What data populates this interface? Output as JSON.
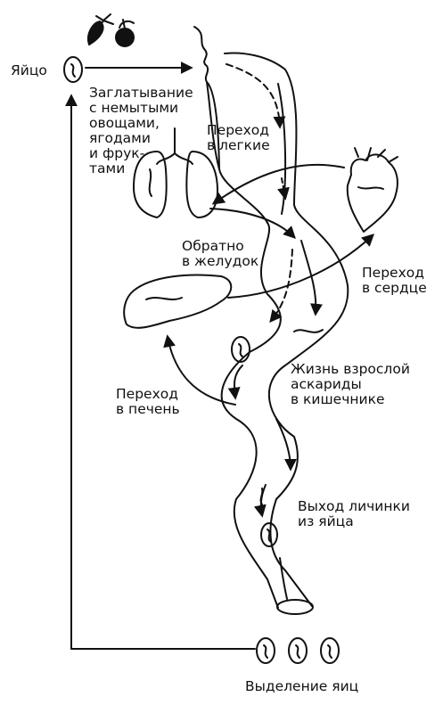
{
  "labels": {
    "egg": "Яйцо",
    "swallow": [
      "Заглатывание",
      "с немытыми",
      "овощами,",
      "ягодами",
      "и фрук-",
      "тами"
    ],
    "to_lungs": [
      "Переход",
      "в легкие"
    ],
    "back_stomach": [
      "Обратно",
      "в желудок"
    ],
    "to_heart": [
      "Переход",
      "в сердце"
    ],
    "adult_life": [
      "Жизнь взрослой",
      "аскариды",
      "в кишечнике"
    ],
    "to_liver": [
      "Переход",
      "в печень"
    ],
    "larva_exit": [
      "Выход личинки",
      "из яйца"
    ],
    "egg_excretion": "Выделение яиц"
  },
  "colors": {
    "ink": "#111111",
    "background": "#ffffff"
  }
}
